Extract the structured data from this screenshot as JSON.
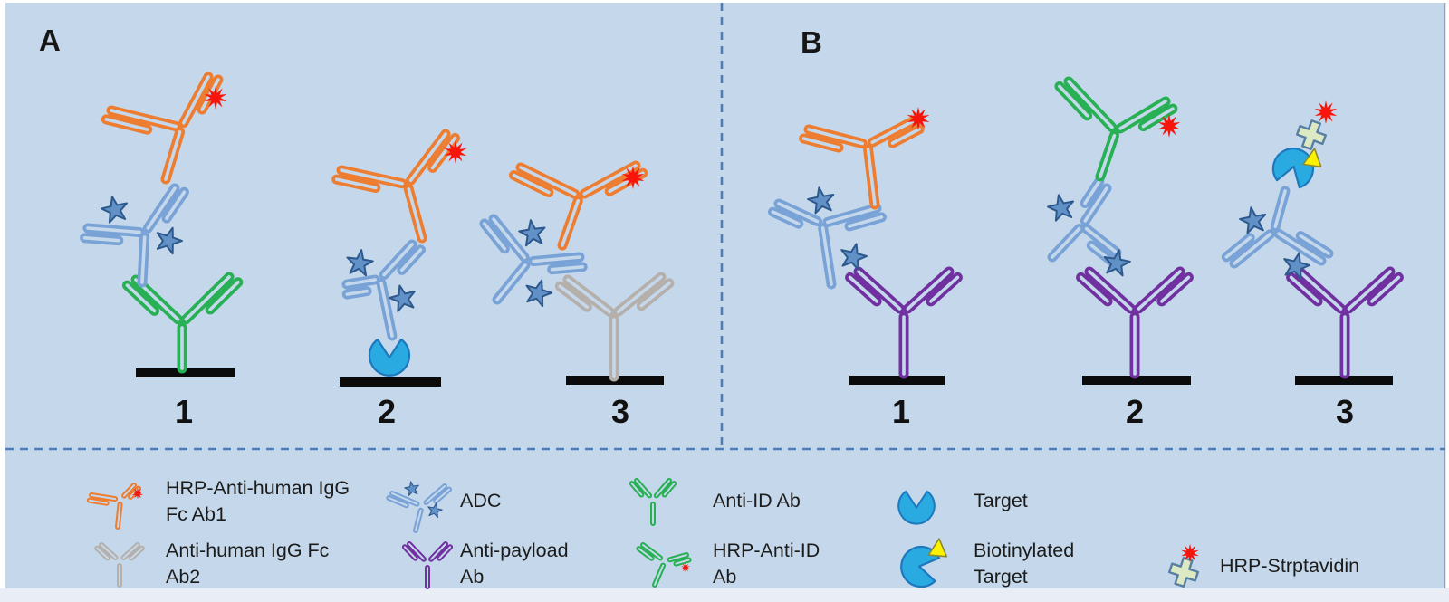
{
  "figure": {
    "type": "scientific-diagram",
    "subject": "ELISA assay formats for ADC detection"
  },
  "panels": [
    {
      "label": "A",
      "assemblies": [
        {
          "number": "1",
          "components": [
            "Anti-ID Ab",
            "ADC",
            "HRP-Anti-human IgG Fc Ab1"
          ]
        },
        {
          "number": "2",
          "components": [
            "Target",
            "ADC",
            "HRP-Anti-human IgG Fc Ab1"
          ]
        },
        {
          "number": "3",
          "components": [
            "Anti-human IgG Fc Ab2",
            "ADC (unbound)",
            "HRP-Anti-human IgG Fc Ab1"
          ]
        }
      ]
    },
    {
      "label": "B",
      "assemblies": [
        {
          "number": "1",
          "components": [
            "Anti-payload Ab",
            "ADC",
            "HRP-Anti-human IgG Fc Ab1"
          ]
        },
        {
          "number": "2",
          "components": [
            "Anti-payload Ab",
            "ADC",
            "HRP-Anti-ID Ab"
          ]
        },
        {
          "number": "3",
          "components": [
            "Anti-payload Ab",
            "ADC",
            "Biotinylated Target",
            "HRP-Strptavidin"
          ]
        }
      ]
    }
  ],
  "legend": {
    "items": [
      {
        "icon": "hrp-anti-human-igg-ab1-icon",
        "lines": [
          "HRP-Anti-human IgG",
          "Fc Ab1"
        ]
      },
      {
        "icon": "adc-icon",
        "lines": [
          "ADC"
        ]
      },
      {
        "icon": "anti-id-ab-icon",
        "lines": [
          "Anti-ID Ab"
        ]
      },
      {
        "icon": "target-icon",
        "lines": [
          "Target"
        ]
      },
      {
        "icon": "anti-human-igg-ab2-icon",
        "lines": [
          "Anti-human IgG Fc",
          "Ab2"
        ]
      },
      {
        "icon": "anti-payload-ab-icon",
        "lines": [
          "Anti-payload",
          "Ab"
        ]
      },
      {
        "icon": "hrp-anti-id-ab-icon",
        "lines": [
          "HRP-Anti-ID",
          "Ab"
        ]
      },
      {
        "icon": "biotinylated-target-icon",
        "lines": [
          "Biotinylated",
          "Target"
        ]
      },
      {
        "icon": "hrp-streptavidin-icon",
        "lines": [
          "HRP-Strptavidin"
        ]
      }
    ]
  },
  "colors": {
    "background": "#C5D8EB",
    "orange_ab": "#ED7D31",
    "adc_blue": "#79A3D6",
    "green_ab": "#27B054",
    "purple_ab": "#7030A0",
    "gray_ab": "#B5B0AB",
    "target_cyan": "#29ABE2",
    "payload_star": "#6191C6",
    "hrp_red": "#F5150A",
    "biotin_yellow": "#FFF200",
    "streptavidin_green": "#DCE9C2",
    "divider_dash": "#4E7CB5",
    "surface_bar": "#0B0B0B"
  }
}
